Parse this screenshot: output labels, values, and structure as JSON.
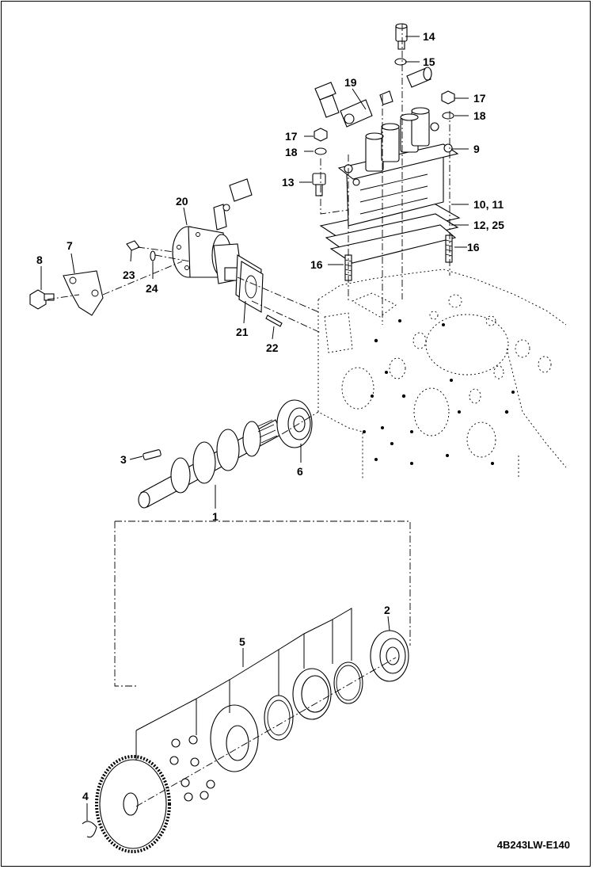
{
  "diagram": {
    "drawing_code": "4B243LW-E140",
    "callouts": [
      "14",
      "15",
      "19",
      "17",
      "18",
      "17",
      "18",
      "9",
      "13",
      "10, 11",
      "12, 25",
      "16",
      "16",
      "20",
      "7",
      "8",
      "23",
      "24",
      "21",
      "22",
      "3",
      "6",
      "1",
      "2",
      "5",
      "4"
    ]
  }
}
